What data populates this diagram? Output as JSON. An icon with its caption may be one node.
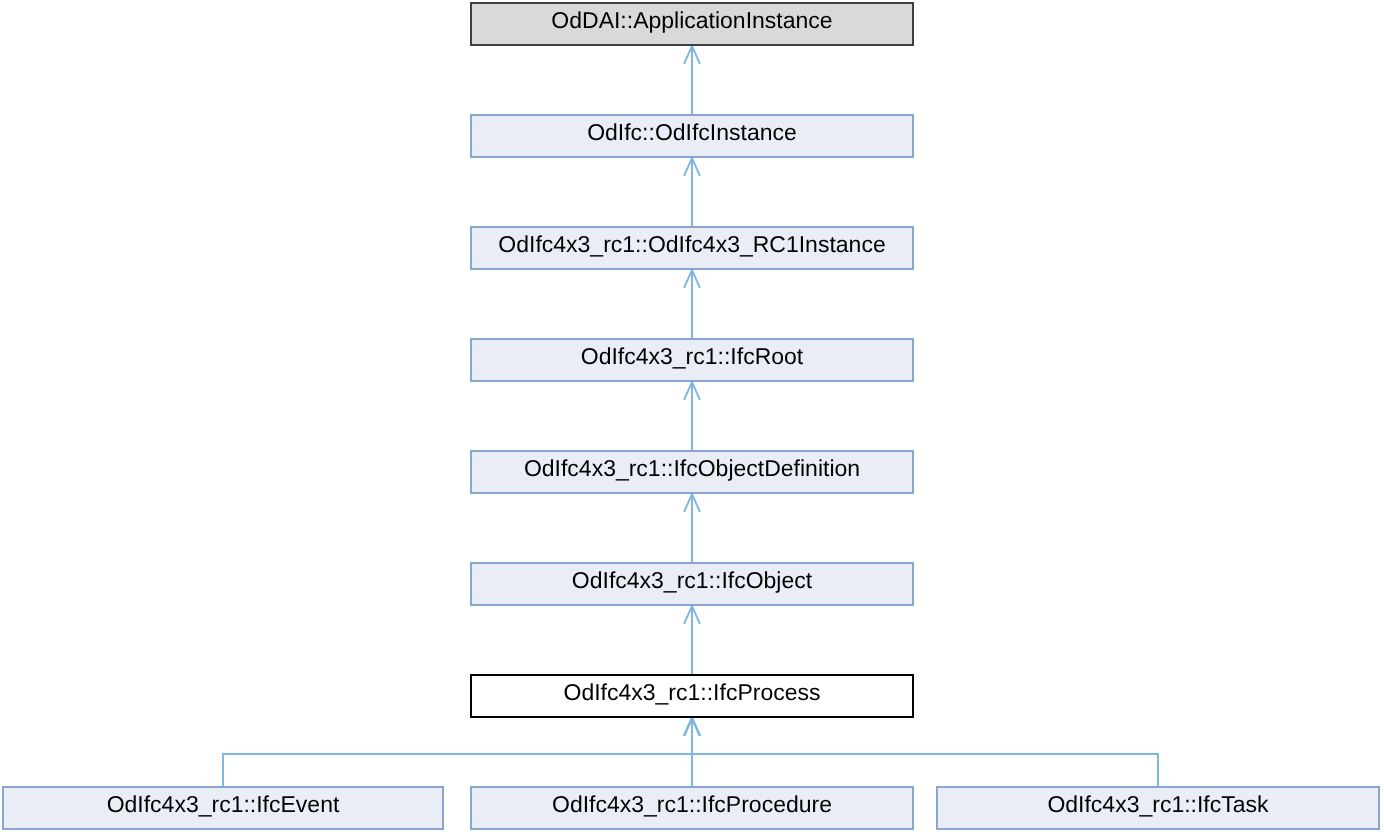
{
  "diagram": {
    "nodes": [
      {
        "text": [
          "OdDAI::ApplicationInstance"
        ]
      },
      {
        "text": [
          "OdIfc::OdIfcInstance"
        ]
      },
      {
        "text": [
          "OdIfc4x3_rc1::OdIfc4x3_RC1Instance"
        ]
      },
      {
        "text": [
          "OdIfc4x3_rc1::IfcRoot"
        ]
      },
      {
        "text": [
          "OdIfc4x3_rc1::IfcObjectDefinition"
        ]
      },
      {
        "text": [
          "OdIfc4x3_rc1::IfcObject"
        ]
      },
      {
        "text": [
          "OdIfc4x3_rc1::IfcProcess"
        ]
      },
      {
        "text": [
          "OdIfc4x3_rc1::IfcEvent"
        ]
      },
      {
        "text": [
          "OdIfc4x3_rc1::IfcProcedure"
        ]
      },
      {
        "text": [
          "OdIfc4x3_rc1::IfcTask"
        ]
      }
    ],
    "edges": [
      {
        "from": 1,
        "to": 0,
        "arrow": "to"
      },
      {
        "from": 2,
        "to": 1,
        "arrow": "to"
      },
      {
        "from": 3,
        "to": 2,
        "arrow": "to"
      },
      {
        "from": 4,
        "to": 3,
        "arrow": "to"
      },
      {
        "from": 5,
        "to": 4,
        "arrow": "to"
      },
      {
        "from": 6,
        "to": 5,
        "arrow": "to"
      },
      {
        "from": 7,
        "to": 6,
        "arrow": "to"
      },
      {
        "from": 8,
        "to": 6,
        "arrow": "to"
      },
      {
        "from": 9,
        "to": 6,
        "arrow": "to"
      }
    ]
  }
}
